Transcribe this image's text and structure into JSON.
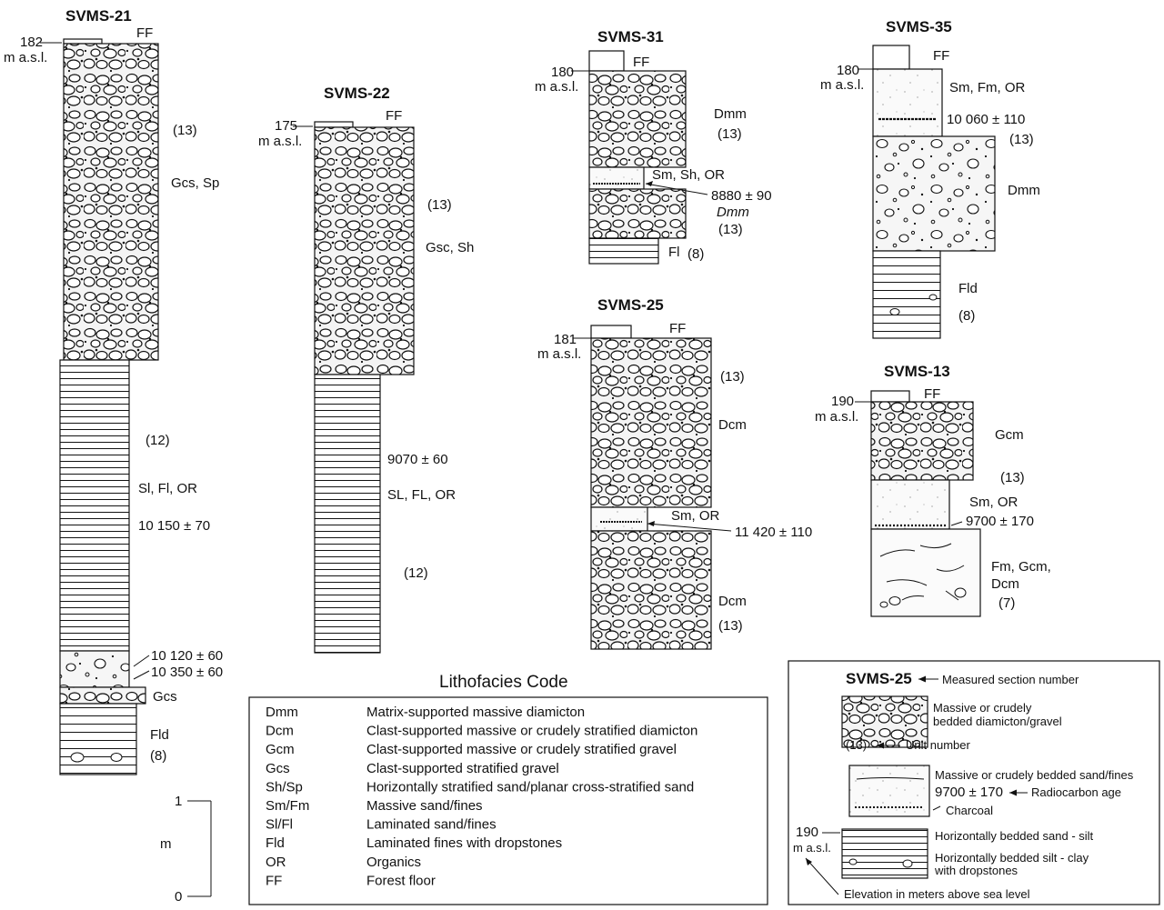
{
  "sections": [
    {
      "id": "svms-21",
      "title": "SVMS-21",
      "elevation": "182",
      "unit": "m a.s.l.",
      "ff": "FF",
      "labels": [
        "(13)",
        "Gcs, Sp",
        "(12)",
        "Sl, Fl, OR",
        "10 150 ± 70",
        "10 120 ± 60",
        "10 350 ± 60",
        "Gcs",
        "Fld",
        "(8)"
      ]
    },
    {
      "id": "svms-22",
      "title": "SVMS-22",
      "elevation": "175",
      "unit": "m a.s.l.",
      "ff": "FF",
      "labels": [
        "(13)",
        "Gsc, Sh",
        "9070 ± 60",
        "SL, FL, OR",
        "(12)"
      ]
    },
    {
      "id": "svms-31",
      "title": "SVMS-31",
      "elevation": "180",
      "unit": "m a.s.l.",
      "ff": "FF",
      "labels": [
        "Dmm",
        "(13)",
        "Sm, Sh, OR",
        "8880 ± 90",
        "Dmm",
        "(13)",
        "Fl",
        "(8)"
      ]
    },
    {
      "id": "svms-25",
      "title": "SVMS-25",
      "elevation": "181",
      "unit": "m a.s.l.",
      "ff": "FF",
      "labels": [
        "(13)",
        "Dcm",
        "Sm, OR",
        "11 420 ± 110",
        "Dcm",
        "(13)"
      ]
    },
    {
      "id": "svms-35",
      "title": "SVMS-35",
      "elevation": "180",
      "unit": "m a.s.l.",
      "ff": "FF",
      "labels": [
        "Sm, Fm, OR",
        "10 060 ± 110",
        "(13)",
        "Dmm",
        "Fld",
        "(8)"
      ]
    },
    {
      "id": "svms-13",
      "title": "SVMS-13",
      "elevation": "190",
      "unit": "m a.s.l.",
      "ff": "FF",
      "labels": [
        "Gcm",
        "(13)",
        "Sm, OR",
        "9700 ± 170",
        "Fm, Gcm,",
        "Dcm",
        "(7)"
      ]
    }
  ],
  "scale": {
    "top": "1",
    "unit": "m",
    "bottom": "0"
  },
  "lithofacies": {
    "title": "Lithofacies Code",
    "rows": [
      {
        "code": "Dmm",
        "desc": "Matrix-supported massive diamicton"
      },
      {
        "code": "Dcm",
        "desc": "Clast-supported massive or crudely stratified diamicton"
      },
      {
        "code": "Gcm",
        "desc": "Clast-supported massive or crudely stratified gravel"
      },
      {
        "code": "Gcs",
        "desc": "Clast-supported stratified gravel"
      },
      {
        "code": "Sh/Sp",
        "desc": "Horizontally stratified sand/planar cross-stratified sand"
      },
      {
        "code": "Sm/Fm",
        "desc": "Massive sand/fines"
      },
      {
        "code": "Sl/Fl",
        "desc": "Laminated sand/fines"
      },
      {
        "code": "Fld",
        "desc": "Laminated fines with dropstones"
      },
      {
        "code": "OR",
        "desc": "Organics"
      },
      {
        "code": "FF",
        "desc": "Forest floor"
      }
    ]
  },
  "key": {
    "section": "SVMS-25",
    "section_note": "Measured section number",
    "gravel_1": "Massive or crudely",
    "gravel_2": "bedded diamicton/gravel",
    "unit": "(13)",
    "unit_note": "Unit number",
    "sand": "Massive or crudely bedded sand/fines",
    "age": "9700 ± 170",
    "age_note": "Radiocarbon age",
    "charcoal": "Charcoal",
    "elev": "190",
    "elev_unit": "m a.s.l.",
    "silt": "Horizontally bedded sand - silt",
    "clay_1": "Horizontally bedded silt - clay",
    "clay_2": "with dropstones",
    "elev_note": "Elevation in meters above sea level"
  }
}
